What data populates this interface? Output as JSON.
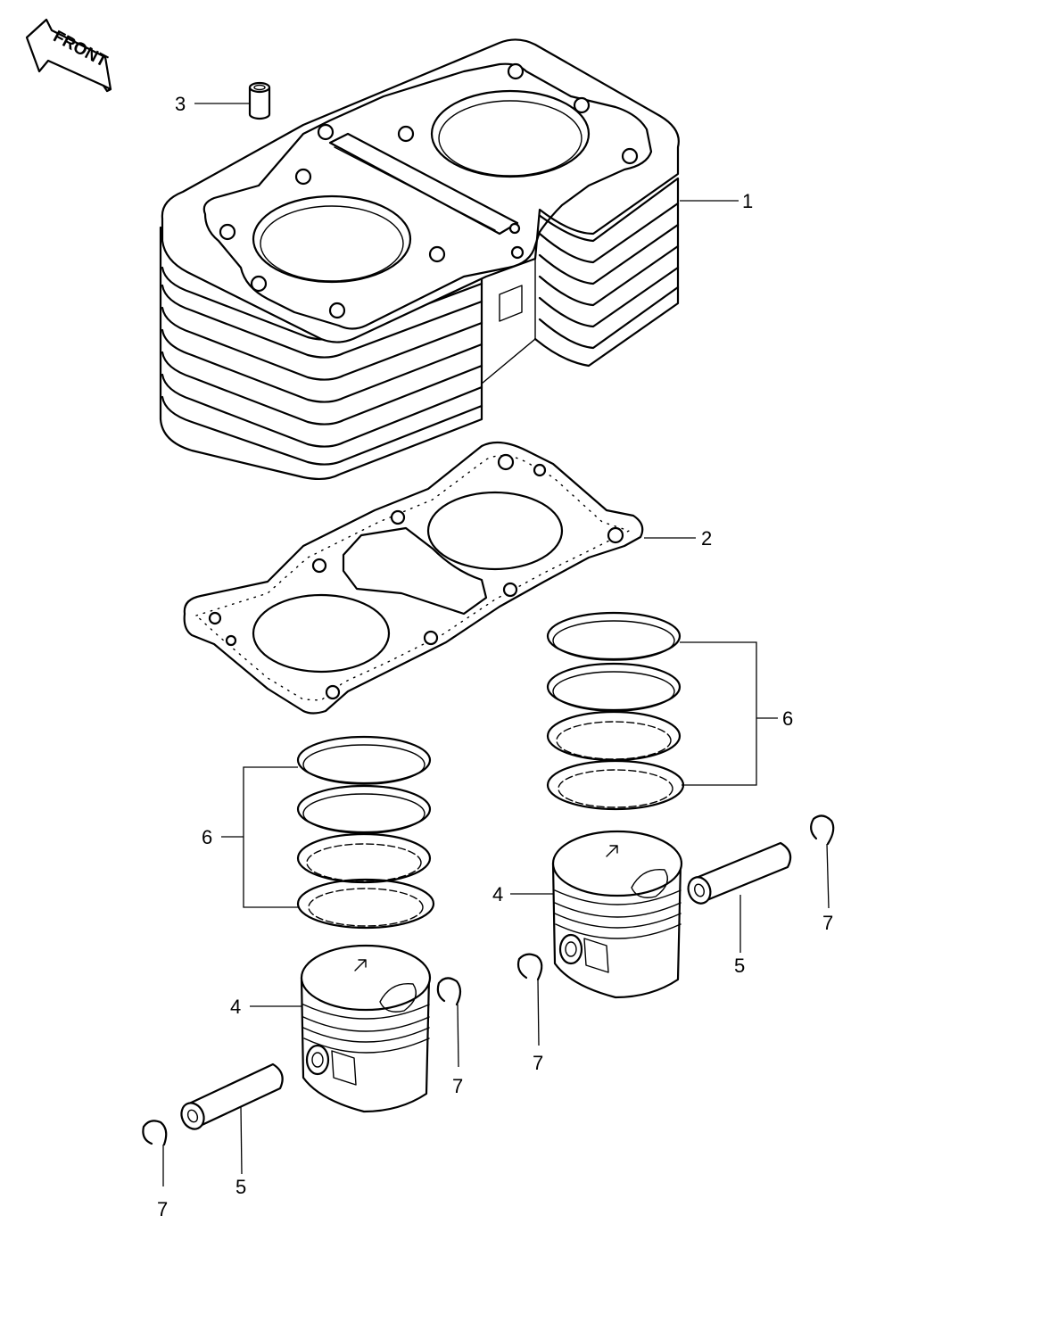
{
  "front_arrow": {
    "label": "FRONT"
  },
  "callouts": {
    "c1": "1",
    "c2": "2",
    "c3": "3",
    "c4a": "4",
    "c4b": "4",
    "c5a": "5",
    "c5b": "5",
    "c6a": "6",
    "c6b": "6",
    "c7a": "7",
    "c7b": "7",
    "c7c": "7",
    "c7d": "7"
  },
  "icons": {
    "front": "front-arrow-icon",
    "cylinder": "cylinder-block-icon",
    "gasket": "cylinder-base-gasket-icon",
    "dowel": "dowel-pin-icon",
    "piston": "piston-icon",
    "pin": "piston-pin-icon",
    "rings": "piston-ring-set-icon",
    "circlip": "snap-ring-icon"
  },
  "colors": {
    "ink": "#000000",
    "paper": "#ffffff"
  }
}
